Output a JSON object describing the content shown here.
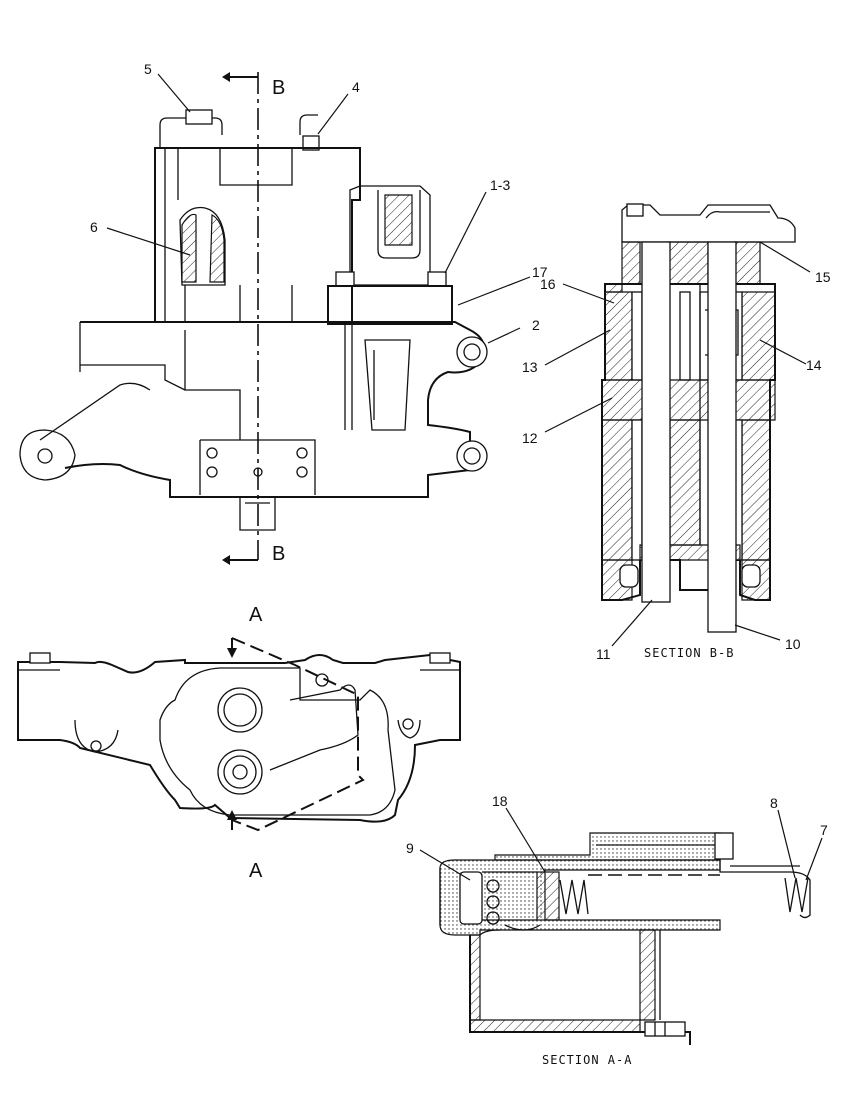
{
  "callouts": {
    "c1_3": "1-3",
    "c2": "2",
    "c4": "4",
    "c5": "5",
    "c6": "6",
    "c7": "7",
    "c8": "8",
    "c9": "9",
    "c10": "10",
    "c11": "11",
    "c12": "12",
    "c13": "13",
    "c14": "14",
    "c15": "15",
    "c16": "16",
    "c17": "17",
    "c18": "18"
  },
  "section_markers": {
    "b_top": "B",
    "b_bottom": "B",
    "a_top": "A",
    "a_bottom": "A"
  },
  "section_titles": {
    "section_bb": "SECTION B-B",
    "section_aa": "SECTION A-A"
  }
}
